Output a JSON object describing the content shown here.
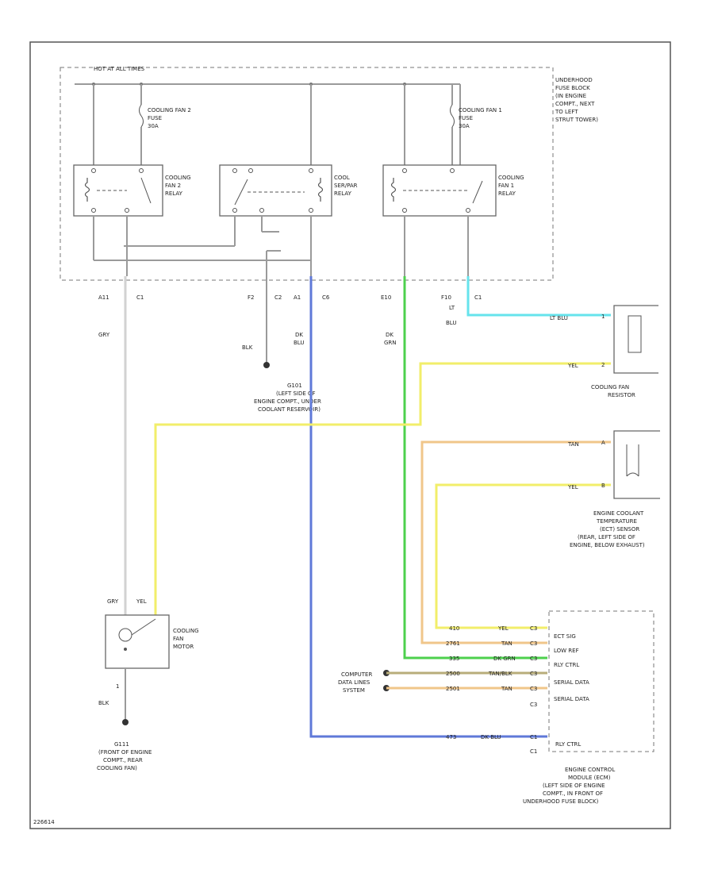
{
  "diagram": {
    "hot_label": "HOT AT ALL TIMES",
    "fuse_block": [
      "UNDERHOOD",
      "FUSE BLOCK",
      "(IN ENGINE",
      "COMPT., NEXT",
      "TO LEFT",
      "STRUT TOWER)"
    ],
    "fuse2": [
      "COOLING FAN 2",
      "FUSE",
      "30A"
    ],
    "fuse1": [
      "COOLING FAN 1",
      "FUSE",
      "30A"
    ],
    "relay_fan2": [
      "COOLING",
      "FAN 2",
      "RELAY"
    ],
    "relay_series": [
      "COOL",
      "SER/PAR",
      "RELAY"
    ],
    "relay_fan1": [
      "COOLING",
      "FAN 1",
      "RELAY"
    ],
    "pins": {
      "a11": "A11",
      "c1a": "C1",
      "f2": "F2",
      "c2": "C2",
      "a1": "A1",
      "c6": "C6",
      "e10": "E10",
      "f10": "F10",
      "c1b": "C1",
      "ltblu_pin": [
        "LT",
        "BLU"
      ]
    },
    "wires": {
      "gry": "GRY",
      "blk": "BLK",
      "dkblu": [
        "DK",
        "BLU"
      ],
      "dkgrn": [
        "DK",
        "GRN"
      ],
      "ltblu": "LT BLU",
      "yel": "YEL",
      "tan": "TAN"
    },
    "g101": [
      "G101",
      "(LEFT SIDE OF",
      "ENGINE COMPT., UNDER",
      "COOLANT RESERVOIR)"
    ],
    "resistor": {
      "pin1": "1",
      "pin2": "2",
      "label": [
        "COOLING FAN",
        "RESISTOR"
      ]
    },
    "ect": {
      "pin_a": "A",
      "pin_b": "B",
      "label": [
        "ENGINE COOLANT",
        "TEMPERATURE",
        "(ECT) SENSOR",
        "(REAR, LEFT SIDE OF",
        "ENGINE, BELOW EXHAUST)"
      ]
    },
    "motor": {
      "label": [
        "COOLING",
        "FAN",
        "MOTOR"
      ],
      "gry": "GRY",
      "yel": "YEL",
      "pin": "1",
      "blk": "BLK"
    },
    "g111": [
      "G111",
      "(FRONT OF ENGINE",
      "COMPT., REAR",
      "COOLING FAN)"
    ],
    "data_lines": [
      "COMPUTER",
      "DATA LINES",
      "SYSTEM"
    ],
    "ecm": {
      "rows": [
        {
          "circuit": "410",
          "color": "YEL",
          "pin": "C3",
          "label": "ECT SIG"
        },
        {
          "circuit": "2761",
          "color": "TAN",
          "pin": "C3",
          "label": "LOW REF"
        },
        {
          "circuit": "335",
          "color": "DK GRN",
          "pin": "C3",
          "label": "RLY CTRL"
        },
        {
          "circuit": "2500",
          "color": "TAN/BLK",
          "pin": "C3",
          "label": "SERIAL DATA"
        },
        {
          "circuit": "2501",
          "color": "TAN",
          "pin": "C3",
          "label": "SERIAL DATA"
        },
        {
          "circuit": "473",
          "color": "DK BLU",
          "pin": "C1",
          "label": "RLY CTRL"
        }
      ],
      "connector_c3": "C3",
      "connector_c1": "C1",
      "label": [
        "ENGINE CONTROL",
        "MODULE (ECM)",
        "(LEFT SIDE OF ENGINE",
        "COMPT., IN FRONT OF",
        "UNDERHOOD FUSE BLOCK)"
      ]
    },
    "footer": "226614"
  },
  "colors": {
    "yel": "#f2ee6a",
    "tan": "#f0c68a",
    "dkgrn": "#4dd04d",
    "dkblu": "#5f79d8",
    "ltblu": "#66e3ec",
    "tanblk": "#b8ad7a",
    "gry": "#d2d2d2"
  }
}
